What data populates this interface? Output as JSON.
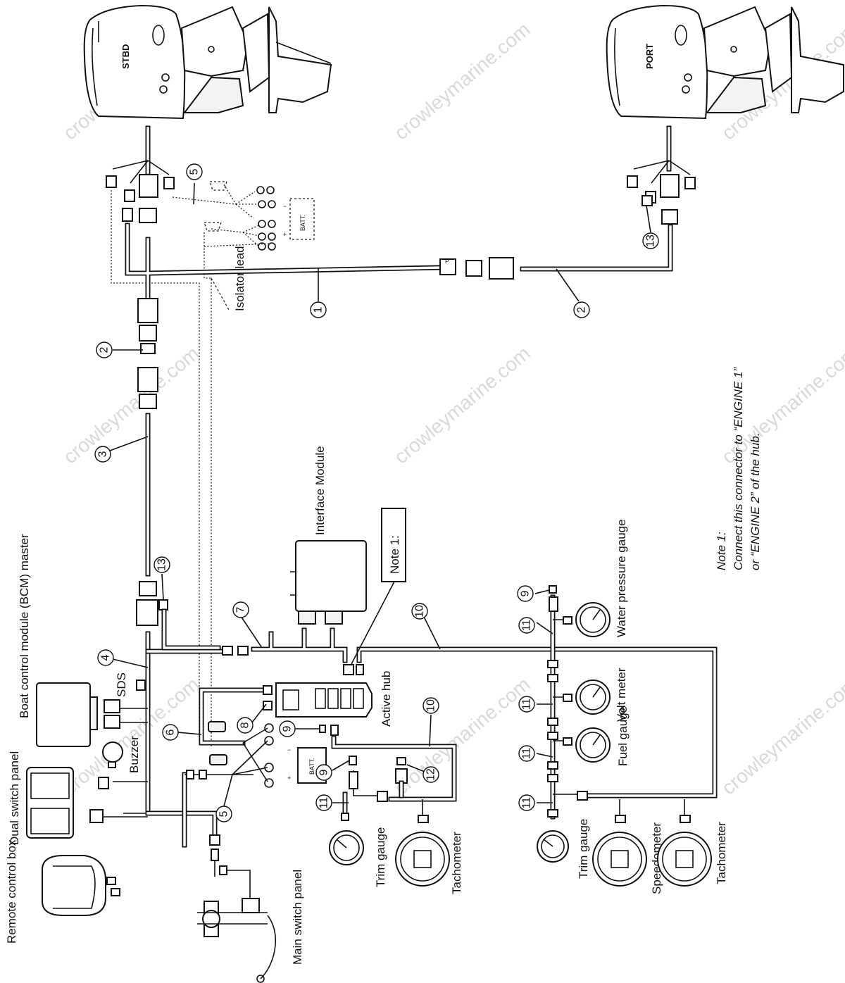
{
  "watermark": "crowleymarine.com",
  "engines": {
    "stbd": "STBD",
    "port": "PORT"
  },
  "battery": "BATT.",
  "labels": {
    "isolator": "Isolator lead",
    "interface_module": "Interface Module",
    "note_box": "Note 1:",
    "bcm": "Boat control module (BCM) master",
    "sds": "SDS",
    "buzzer": "Buzzer",
    "dual_switch": "Dual switch panel",
    "remote_control": "Remote control box",
    "main_switch": "Main switch panel",
    "active_hub": "Active hub",
    "trim_gauge_left": "Trim gauge",
    "tachometer_left": "Tachometer",
    "trim_gauge_right": "Trim gauge",
    "speedometer": "Speedometer",
    "tachometer_right": "Tachometer",
    "fuel_gauge": "Fuel gauge",
    "volt_meter": "Volt meter",
    "water_pressure": "Water pressure gauge",
    "p_tag": "P"
  },
  "note": {
    "title": "Note 1:",
    "line1": "Connect this connector to “ENGINE 1”",
    "line2": "or “ENGINE 2” of the hub."
  },
  "callouts": [
    "1",
    "2",
    "2",
    "3",
    "4",
    "5",
    "5",
    "6",
    "7",
    "8",
    "9",
    "9",
    "9",
    "10",
    "10",
    "11",
    "11",
    "11",
    "11",
    "11",
    "12",
    "13",
    "13"
  ]
}
